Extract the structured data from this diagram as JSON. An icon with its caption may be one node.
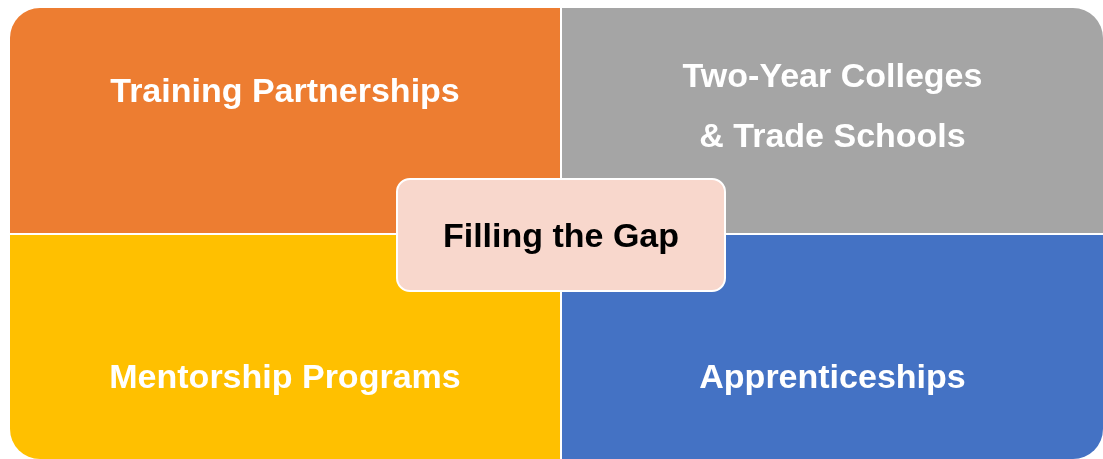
{
  "diagram": {
    "nodes": [
      {
        "text": [
          "Training Partnerships"
        ]
      },
      {
        "text": [
          "Two-Year Colleges & Trade Schools"
        ]
      },
      {
        "text": [
          "Filling the Gap"
        ]
      },
      {
        "text": [
          "Mentorship Programs"
        ]
      },
      {
        "text": [
          "Apprenticeships"
        ]
      }
    ]
  }
}
